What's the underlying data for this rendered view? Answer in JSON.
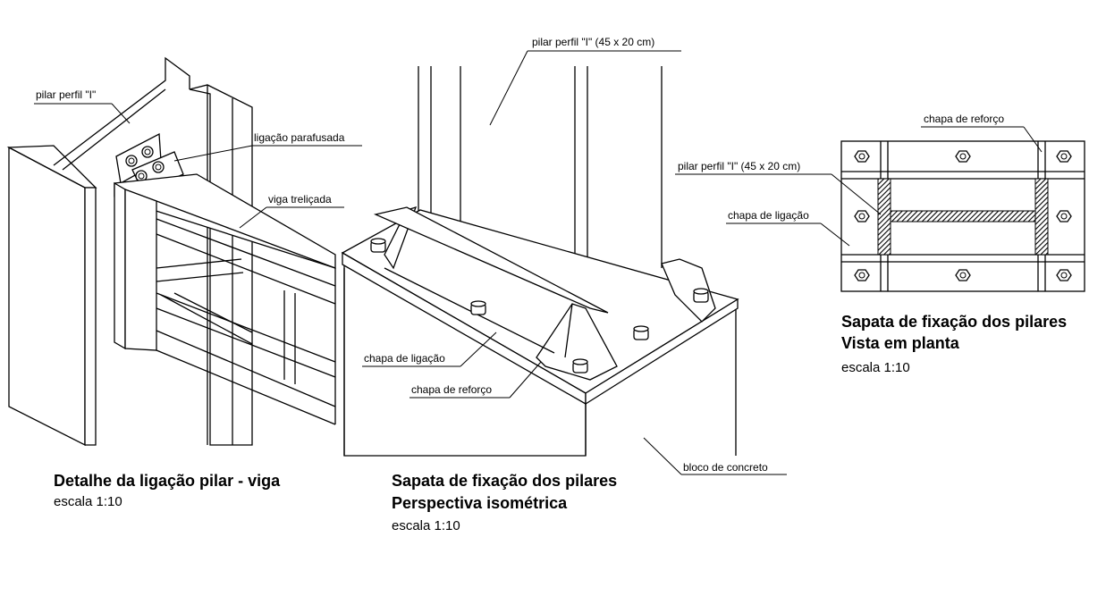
{
  "figures": [
    {
      "title_lines": [
        "Detalhe da ligação pilar - viga"
      ],
      "scale": "escala 1:10",
      "labels": [
        "pilar perfil \"I\"",
        "ligação parafusada",
        "viga treliçada"
      ]
    },
    {
      "title_lines": [
        "Sapata de fixação dos pilares",
        "Perspectiva isométrica"
      ],
      "scale": "escala 1:10",
      "labels": [
        "pilar perfil \"I\" (45 x 20 cm)",
        "chapa de ligação",
        "chapa de reforço",
        "bloco de concreto"
      ]
    },
    {
      "title_lines": [
        "Sapata de fixação dos pilares",
        "Vista em planta"
      ],
      "scale": "escala 1:10",
      "labels": [
        "chapa de reforço",
        "pilar perfil \"I\" (45 x 20 cm)",
        "chapa de ligação"
      ]
    }
  ],
  "colors": {
    "line": "#000000",
    "background": "#ffffff",
    "hatch": "#000000"
  }
}
